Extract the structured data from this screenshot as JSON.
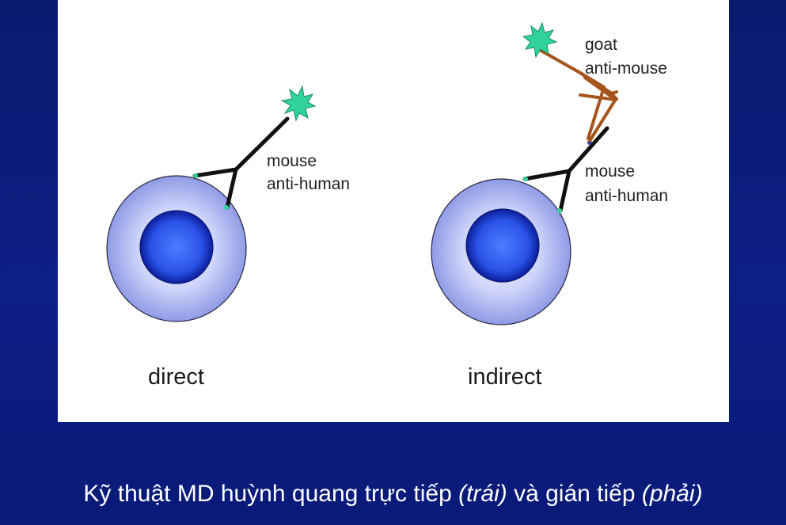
{
  "diagram": {
    "direct": {
      "antibody_label_line1": "mouse",
      "antibody_label_line2": "anti-human",
      "title": "direct"
    },
    "indirect": {
      "secondary_label_line1": "goat",
      "secondary_label_line2": "anti-mouse",
      "antibody_label_line1": "mouse",
      "antibody_label_line2": "anti-human",
      "title": "indirect"
    }
  },
  "caption": {
    "part1": "Kỹ thuật MD huỳnh quang trực tiếp ",
    "left_note": "(trái)",
    "part2": " và gián tiếp ",
    "right_note": "(phải)"
  },
  "colors": {
    "background": "#0c1f86",
    "panel": "#ffffff",
    "cell_outer": "#bcc4f4",
    "cell_nucleus": "#2a52e8",
    "fluorophore": "#2fd39a",
    "primary_antibody": "#111111",
    "secondary_antibody": "#a5541b"
  }
}
